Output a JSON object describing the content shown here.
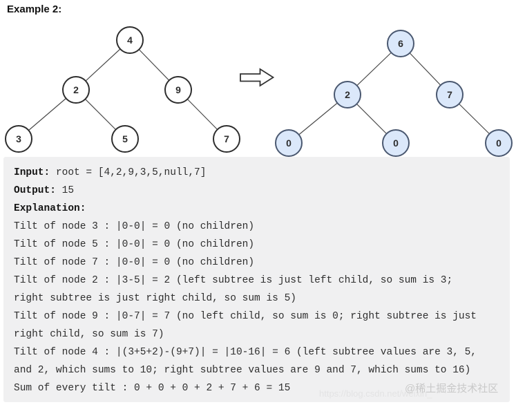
{
  "page": {
    "heading": "Example 2:"
  },
  "trees": {
    "input_tree": {
      "description": "original binary tree (white nodes)",
      "nodes": [
        {
          "role": "root",
          "value": "4"
        },
        {
          "role": "left",
          "value": "2"
        },
        {
          "role": "right",
          "value": "9"
        },
        {
          "role": "left-left",
          "value": "3"
        },
        {
          "role": "left-right",
          "value": "5"
        },
        {
          "role": "right-right",
          "value": "7"
        }
      ]
    },
    "tilt_tree": {
      "description": "tilt result tree (blue nodes)",
      "nodes": [
        {
          "role": "root",
          "value": "6"
        },
        {
          "role": "left",
          "value": "2"
        },
        {
          "role": "right",
          "value": "7"
        },
        {
          "role": "left-left",
          "value": "0"
        },
        {
          "role": "left-right",
          "value": "0"
        },
        {
          "role": "right-right",
          "value": "0"
        }
      ]
    },
    "colors": {
      "input_fill": "#ffffff",
      "input_stroke": "#2e2e2e",
      "tilt_fill": "#dbe8fa",
      "tilt_stroke": "#4a5870",
      "edge_stroke": "#4a4a4a"
    },
    "arrow_icon": "right-block-arrow"
  },
  "code_block": {
    "background": "#f0f0f1",
    "lines": [
      {
        "bold": "Input:",
        "text": " root = [4,2,9,3,5,null,7]"
      },
      {
        "bold": "Output:",
        "text": " 15"
      },
      {
        "bold": "Explanation:",
        "text": ""
      },
      {
        "bold": "",
        "text": "Tilt of node 3 : |0-0| = 0 (no children)"
      },
      {
        "bold": "",
        "text": "Tilt of node 5 : |0-0| = 0 (no children)"
      },
      {
        "bold": "",
        "text": "Tilt of node 7 : |0-0| = 0 (no children)"
      },
      {
        "bold": "",
        "text": "Tilt of node 2 : |3-5| = 2 (left subtree is just left child, so sum is 3;"
      },
      {
        "bold": "",
        "text": "right subtree is just right child, so sum is 5)"
      },
      {
        "bold": "",
        "text": "Tilt of node 9 : |0-7| = 7 (no left child, so sum is 0; right subtree is just"
      },
      {
        "bold": "",
        "text": "right child, so sum is 7)"
      },
      {
        "bold": "",
        "text": "Tilt of node 4 : |(3+5+2)-(9+7)| = |10-16| = 6 (left subtree values are 3, 5,"
      },
      {
        "bold": "",
        "text": "and 2, which sums to 10; right subtree values are 9 and 7, which sums to 16)"
      },
      {
        "bold": "",
        "text": "Sum of every tilt : 0 + 0 + 0 + 2 + 7 + 6 = 15"
      }
    ]
  },
  "watermarks": {
    "community": "@稀土掘金技术社区",
    "csdn_url": "https://blog.csdn.net/weixin_"
  }
}
